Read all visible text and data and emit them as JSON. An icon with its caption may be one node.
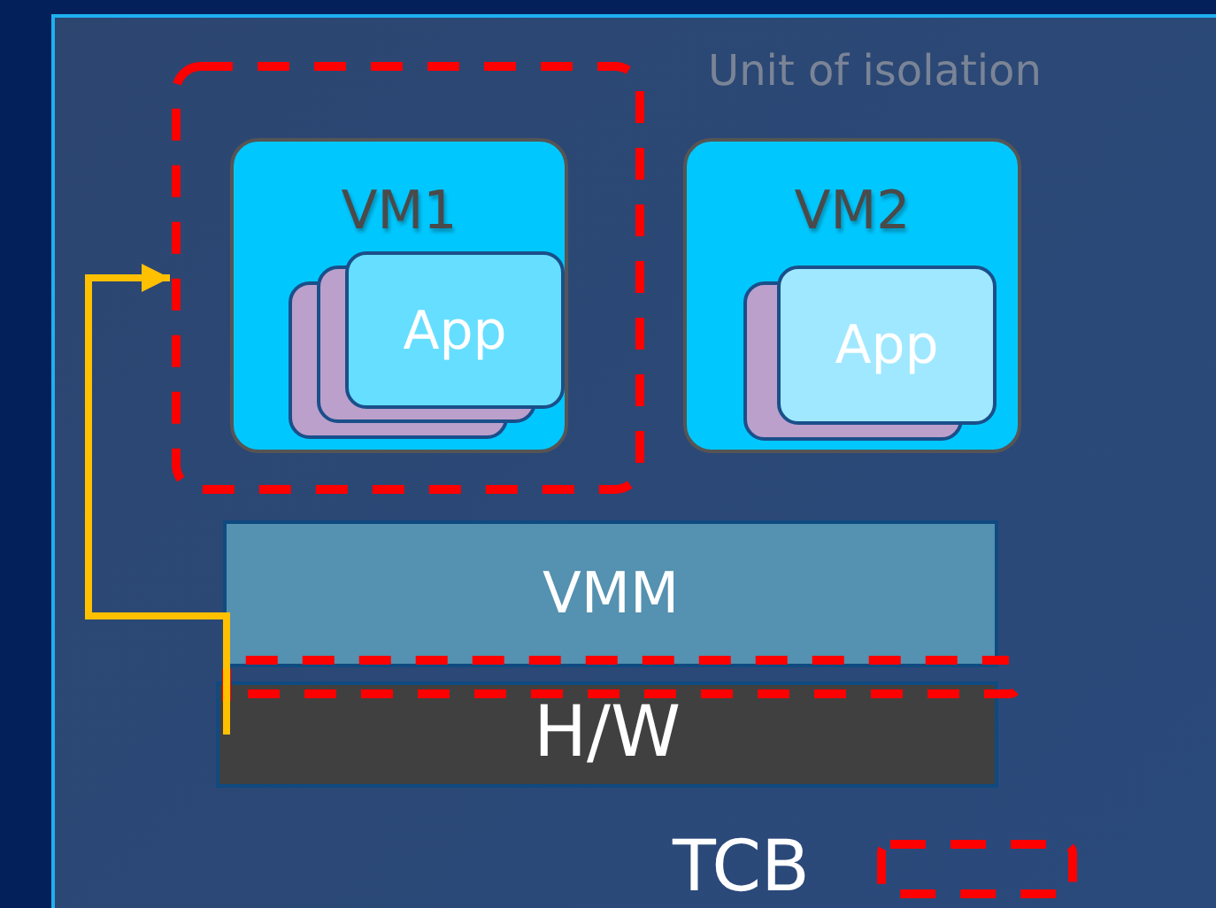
{
  "diagram": {
    "nodes": [
      {
        "text": [],
        "shape": "box"
      },
      {
        "text": [
          "VM1"
        ],
        "in": 0
      },
      {
        "text": [
          "App"
        ],
        "in": 1
      },
      {
        "text": [
          "VM2"
        ]
      },
      {
        "text": [
          "App"
        ],
        "in": 3
      },
      {
        "text": [
          "VMM"
        ]
      },
      {
        "text": [
          "H/W"
        ]
      }
    ],
    "edges": [
      {
        "from": 6,
        "to": 0,
        "arrow": "to",
        "color": "#ffc000"
      }
    ],
    "labels": [
      "Unit of isolation"
    ],
    "legend": [
      {
        "text": "TCB"
      }
    ]
  }
}
